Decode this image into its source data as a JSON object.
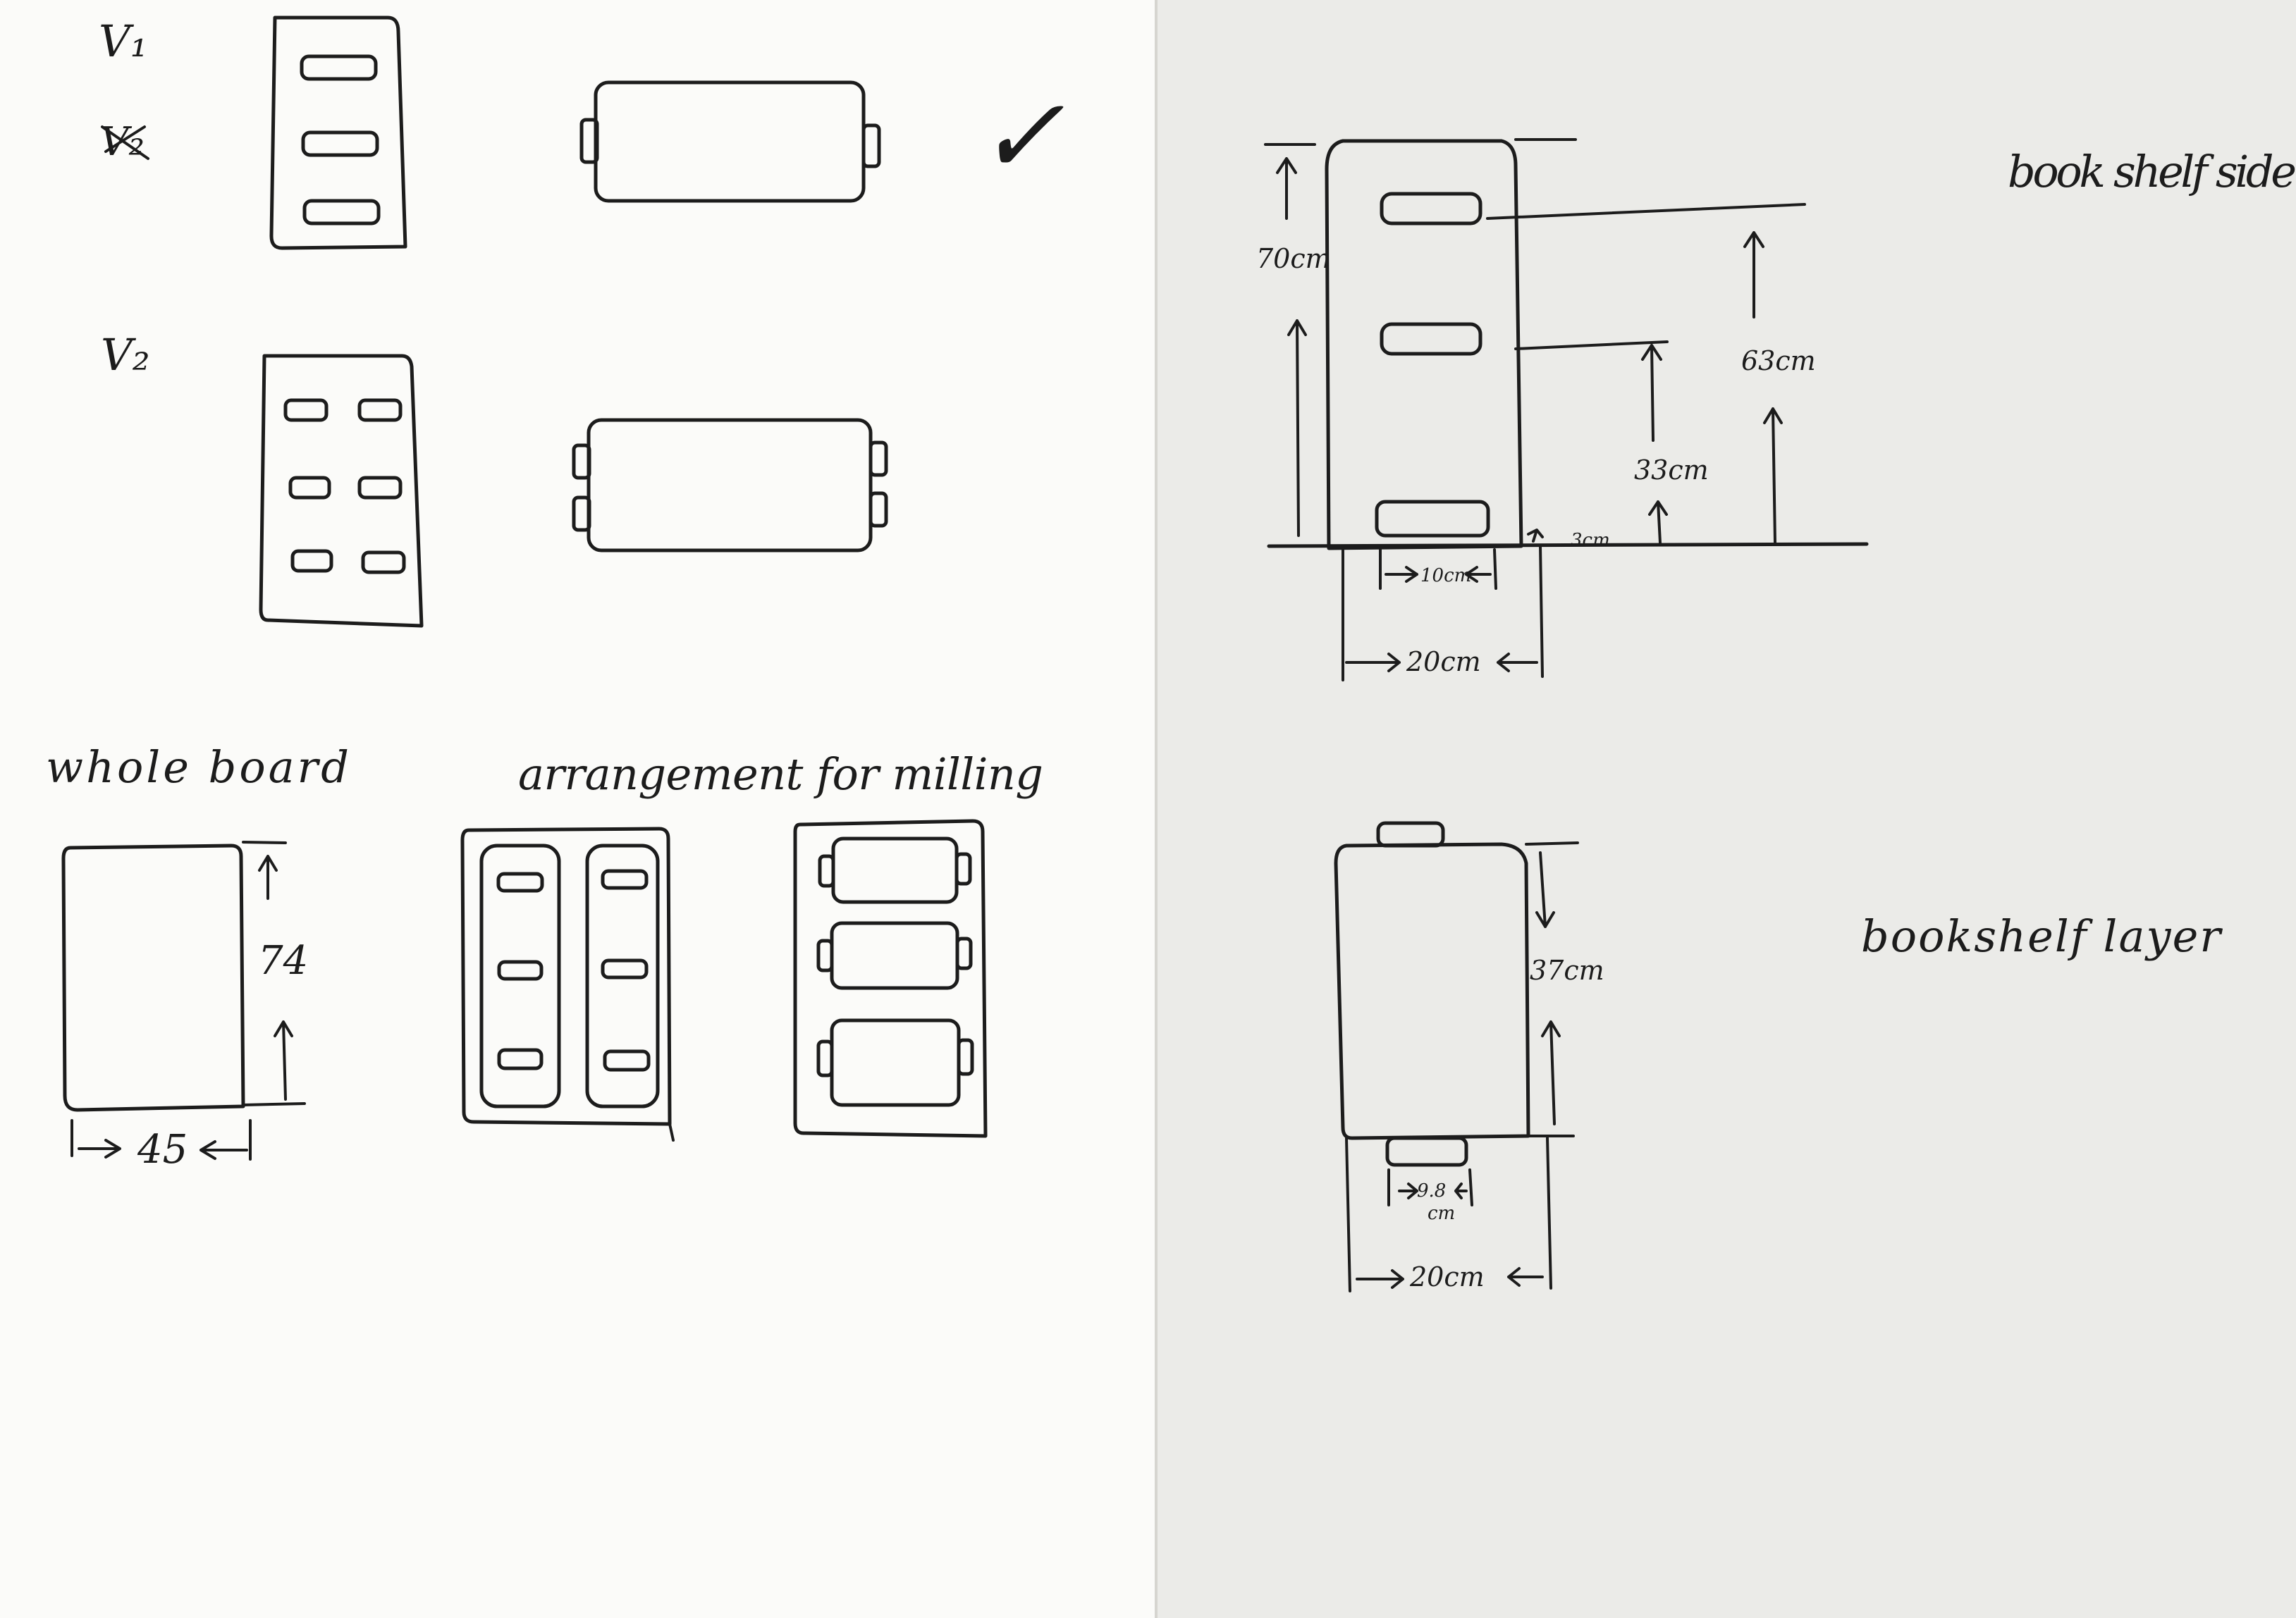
{
  "page_colors": {
    "left_paper": "#fbfbf9",
    "right_paper": "#ebebe8",
    "ink": "#1c1c1c"
  },
  "left_page": {
    "v1_label": "V₁",
    "v1_strike_label": "V₂",
    "v1_check": "✓",
    "v2_label": "V₂",
    "whole_board_label": "whole board",
    "arrangement_label": "arrangement for milling",
    "board_height": "74",
    "board_width": "45"
  },
  "right_page": {
    "side_title": "book shelf side",
    "layer_title": "bookshelf layer",
    "side_dims": {
      "total_height": "70cm",
      "upper_slot": "63cm",
      "middle_slot": "33cm",
      "bottom_slot": "3cm",
      "slot_width": "10cm",
      "panel_width": "20cm"
    },
    "layer_dims": {
      "depth": "37cm",
      "tab_width": "9.8",
      "tab_unit": "cm",
      "panel_width": "20cm"
    }
  }
}
